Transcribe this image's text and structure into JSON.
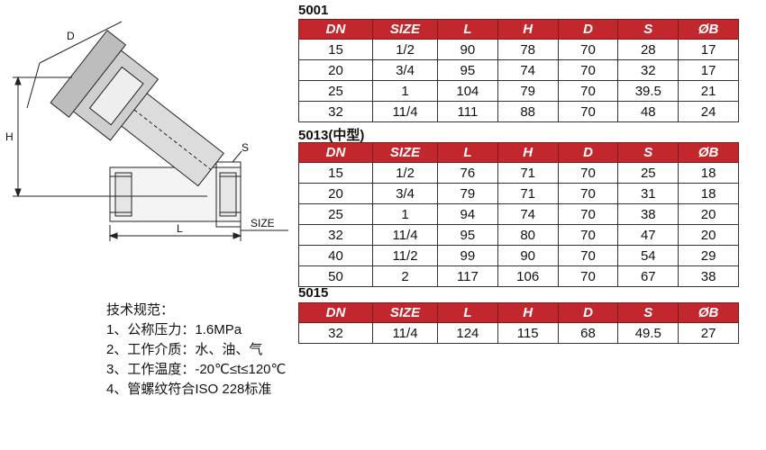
{
  "drawing": {
    "labels": {
      "d": "D",
      "h": "H",
      "s": "S",
      "size": "SIZE",
      "l": "L"
    }
  },
  "headers": [
    "DN",
    "SIZE",
    "L",
    "H",
    "D",
    "S",
    "ØB"
  ],
  "models": [
    {
      "title": "5001",
      "rows": [
        [
          "15",
          "1/2",
          "90",
          "78",
          "70",
          "28",
          "17"
        ],
        [
          "20",
          "3/4",
          "95",
          "74",
          "70",
          "32",
          "17"
        ],
        [
          "25",
          "1",
          "104",
          "79",
          "70",
          "39.5",
          "21"
        ],
        [
          "32",
          "11/4",
          "111",
          "88",
          "70",
          "48",
          "24"
        ]
      ]
    },
    {
      "title": "5013(中型)",
      "rows": [
        [
          "15",
          "1/2",
          "76",
          "71",
          "70",
          "25",
          "18"
        ],
        [
          "20",
          "3/4",
          "79",
          "71",
          "70",
          "31",
          "18"
        ],
        [
          "25",
          "1",
          "94",
          "74",
          "70",
          "38",
          "20"
        ],
        [
          "32",
          "11/4",
          "95",
          "80",
          "70",
          "47",
          "20"
        ],
        [
          "40",
          "11/2",
          "99",
          "90",
          "70",
          "54",
          "29"
        ],
        [
          "50",
          "2",
          "117",
          "106",
          "70",
          "67",
          "38"
        ]
      ]
    },
    {
      "title": "5015",
      "rows": [
        [
          "32",
          "11/4",
          "124",
          "115",
          "68",
          "49.5",
          "27"
        ]
      ]
    }
  ],
  "specs": {
    "heading": "技术规范：",
    "items": [
      "1、公称压力：1.6MPa",
      "2、工作介质：水、油、气",
      "3、工作温度：-20℃≤t≤120℃",
      "4、管螺纹符合ISO 228标准"
    ]
  },
  "colors": {
    "header_bg": "#c1272d",
    "header_text": "#ffffff"
  }
}
